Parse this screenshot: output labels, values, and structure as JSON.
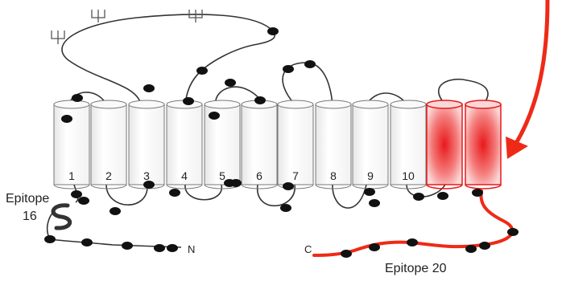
{
  "helices": {
    "numbers": [
      "1",
      "2",
      "3",
      "4",
      "5",
      "6",
      "7",
      "8",
      "9",
      "10"
    ],
    "highlight_color": "#e8191b",
    "outline_color": "#444444"
  },
  "termini": {
    "n": "N",
    "c": "C"
  },
  "epitopes": {
    "epitope16_line1": "Epitope",
    "epitope16_line2": "16",
    "epitope20": "Epitope 20"
  },
  "colors": {
    "accent": "#ee2a17",
    "residue": "#111111",
    "loop": "#333333"
  }
}
